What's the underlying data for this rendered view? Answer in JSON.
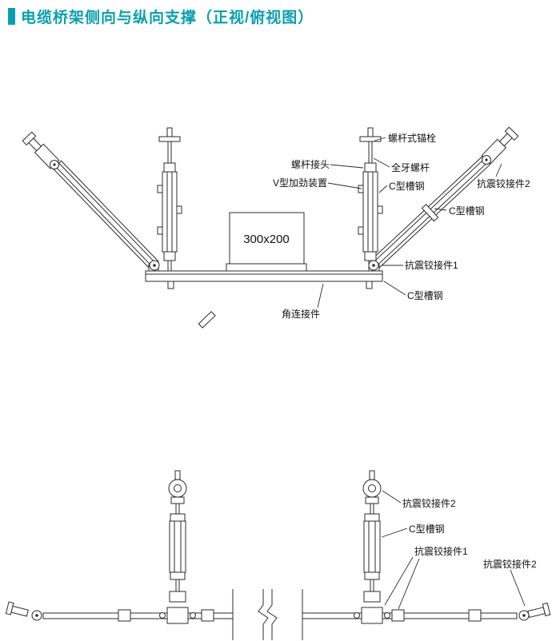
{
  "page": {
    "title": "电缆桥架侧向与纵向支撑（正视/俯视图）",
    "accent_color": "#0a9fb0",
    "background_color": "#ffffff",
    "line_color": "#2b2b2b"
  },
  "front_view": {
    "tray_size": "300x200",
    "labels": {
      "screw_anchor": "螺杆式锚栓",
      "screw_joint": "螺杆接头",
      "full_thread_rod": "全牙螺杆",
      "v_stiffener": "V型加劲装置",
      "c_channel_strut": "C型槽钢",
      "seismic_hinge_2": "抗震铰接件2",
      "c_channel_brace": "C型槽钢",
      "seismic_hinge_1": "抗震铰接件1",
      "c_channel_beam": "C型槽钢",
      "angle_connector": "角连接件"
    }
  },
  "top_view": {
    "labels": {
      "seismic_hinge_2_eye": "抗震铰接件2",
      "c_channel": "C型槽钢",
      "seismic_hinge_1": "抗震铰接件1",
      "seismic_hinge_2_end": "抗震铰接件2"
    }
  }
}
